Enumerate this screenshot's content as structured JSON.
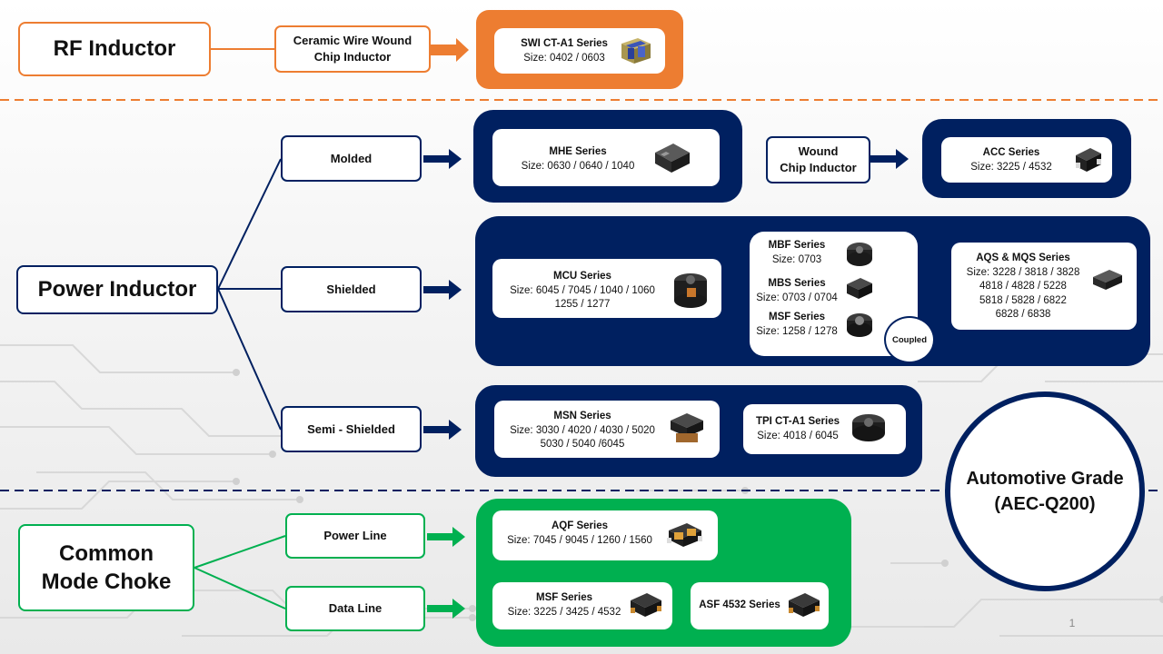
{
  "categories": {
    "rf": "RF Inductor",
    "power": "Power Inductor",
    "cmc_line1": "Common",
    "cmc_line2": "Mode Choke"
  },
  "subtypes": {
    "ceramic_line1": "Ceramic Wire Wound",
    "ceramic_line2": "Chip Inductor",
    "molded": "Molded",
    "shielded": "Shielded",
    "semi_shielded": "Semi - Shielded",
    "wound_line1": "Wound",
    "wound_line2": "Chip Inductor",
    "power_line": "Power Line",
    "data_line": "Data Line"
  },
  "series": {
    "swi": {
      "name": "SWI CT-A1 Series",
      "size": "Size: 0402 / 0603"
    },
    "mhe": {
      "name": "MHE Series",
      "size": "Size: 0630 / 0640 / 1040"
    },
    "acc": {
      "name": "ACC Series",
      "size": "Size: 3225 / 4532"
    },
    "mcu": {
      "name": "MCU Series",
      "size1": "Size: 6045 / 7045 / 1040 / 1060",
      "size2": "1255 / 1277"
    },
    "mbf": {
      "name": "MBF Series",
      "size": "Size: 0703"
    },
    "mbs": {
      "name": "MBS Series",
      "size": "Size: 0703 / 0704"
    },
    "msf_shielded": {
      "name": "MSF Series",
      "size": "Size: 1258 / 1278"
    },
    "coupled": "Coupled",
    "aqs": {
      "name": "AQS & MQS Series",
      "size1": "Size: 3228 / 3818 / 3828",
      "size2": "4818 / 4828 / 5228",
      "size3": "5818 / 5828 / 6822",
      "size4": "6828 / 6838"
    },
    "msn": {
      "name": "MSN Series",
      "size1": "Size: 3030 / 4020 / 4030 / 5020",
      "size2": "5030 / 5040 /6045"
    },
    "tpi": {
      "name": "TPI CT-A1 Series",
      "size": "Size: 4018 / 6045"
    },
    "aqf": {
      "name": "AQF Series",
      "size": "Size: 7045 / 9045 / 1260 / 1560"
    },
    "msf_cmc": {
      "name": "MSF Series",
      "size": "Size: 3225 / 3425 / 4532"
    },
    "asf": {
      "name": "ASF 4532 Series"
    }
  },
  "automotive": {
    "line1": "Automotive Grade",
    "line2": "(AEC-Q200)"
  },
  "page_number": "1",
  "colors": {
    "rf": "#ED7D31",
    "power": "#002060",
    "cmc": "#00B050"
  },
  "icons": {
    "swi": "ceramic-chip-inductor-icon",
    "mhe": "molded-inductor-icon",
    "acc": "wound-chip-inductor-icon",
    "mcu": "shielded-drum-inductor-icon",
    "cmc": "common-mode-choke-icon"
  }
}
